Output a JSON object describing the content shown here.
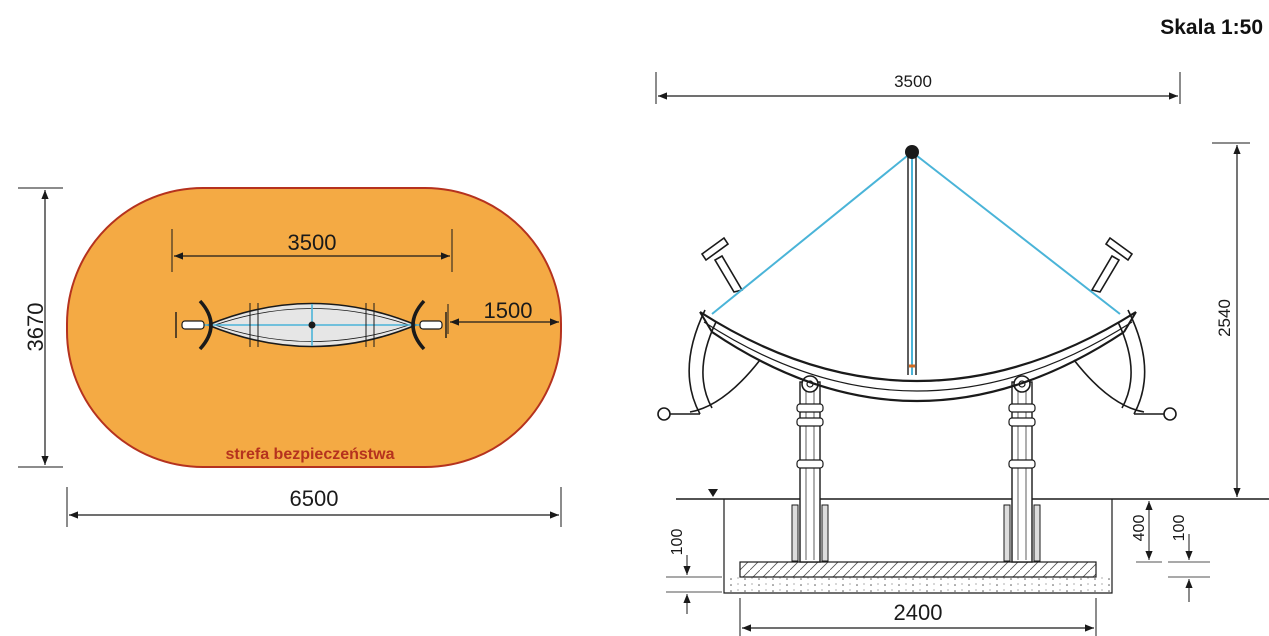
{
  "scale_label": "Skala 1:50",
  "colors": {
    "safety_zone_fill": "#f4aa44",
    "safety_zone_stroke": "#b5321e",
    "safety_zone_text": "#b5321e",
    "cable": "#4ab4d8",
    "line": "#1a1a1a",
    "concrete": "#eeeeee"
  },
  "plan_view": {
    "dim_width_total": "6500",
    "dim_height_total": "3670",
    "dim_device_length": "3500",
    "dim_clearance": "1500",
    "zone_label": "strefa bezpieczeństwa"
  },
  "elevation_view": {
    "dim_device_length": "3500",
    "dim_height": "2540",
    "dim_foundation_width": "2400",
    "dim_depth": "400",
    "dim_slab_left": "100",
    "dim_slab_right": "100"
  }
}
